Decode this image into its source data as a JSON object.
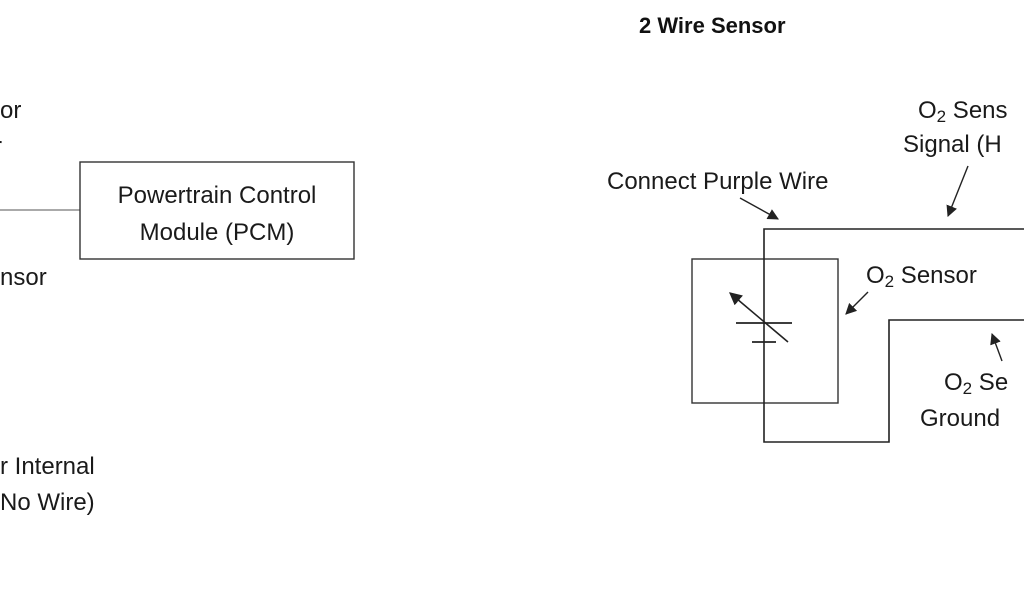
{
  "left_diagram": {
    "text_fragment_top": "or",
    "text_fragment_top2": "r",
    "pcm_line1": "Powertrain Control",
    "pcm_line2": "Module (PCM)",
    "text_fragment_sensor": "nsor",
    "internal_line1": "r Internal",
    "internal_line2": "No Wire)"
  },
  "right_diagram": {
    "title": "2 Wire Sensor",
    "signal_line1_pre": "O",
    "signal_line1_sub": "2",
    "signal_line1_post": " Sens",
    "signal_line2": "Signal (H",
    "connect_label": "Connect Purple Wire",
    "sensor_pre": "O",
    "sensor_sub": "2",
    "sensor_post": " Sensor",
    "ground_line1_pre": "O",
    "ground_line1_sub": "2",
    "ground_line1_post": " Se",
    "ground_line2": "Ground"
  },
  "icons": {
    "variable_resistor": "variable-resistor-icon",
    "arrow": "arrow-icon"
  }
}
